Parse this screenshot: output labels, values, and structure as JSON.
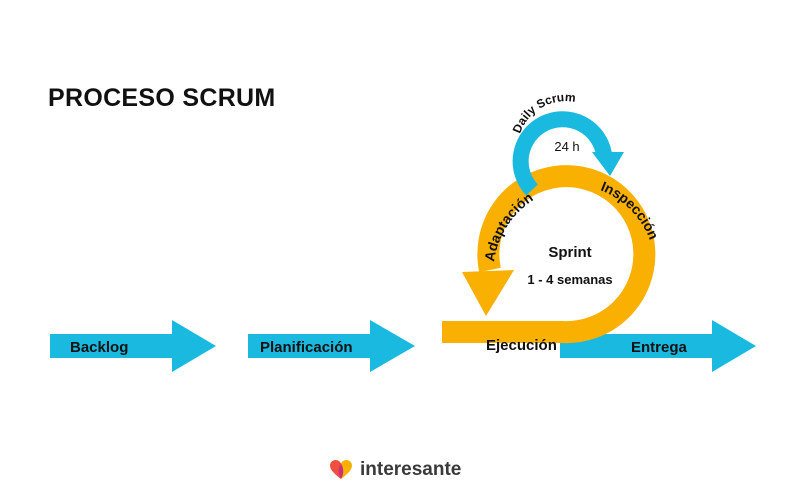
{
  "title": "PROCESO SCRUM",
  "steps": {
    "backlog": "Backlog",
    "planificacion": "Planificación",
    "ejecucion": "Ejecución",
    "entrega": "Entrega"
  },
  "sprint": {
    "label": "Sprint",
    "duration": "1 - 4 semanas",
    "adaptacion": "Adaptación",
    "inspeccion": "Inspección"
  },
  "daily": {
    "label": "Daily Scrum",
    "duration": "24 h"
  },
  "brand": {
    "name": "interesante"
  },
  "colors": {
    "cyan": "#19b9e0",
    "orange": "#f9b000",
    "text": "#111111"
  }
}
